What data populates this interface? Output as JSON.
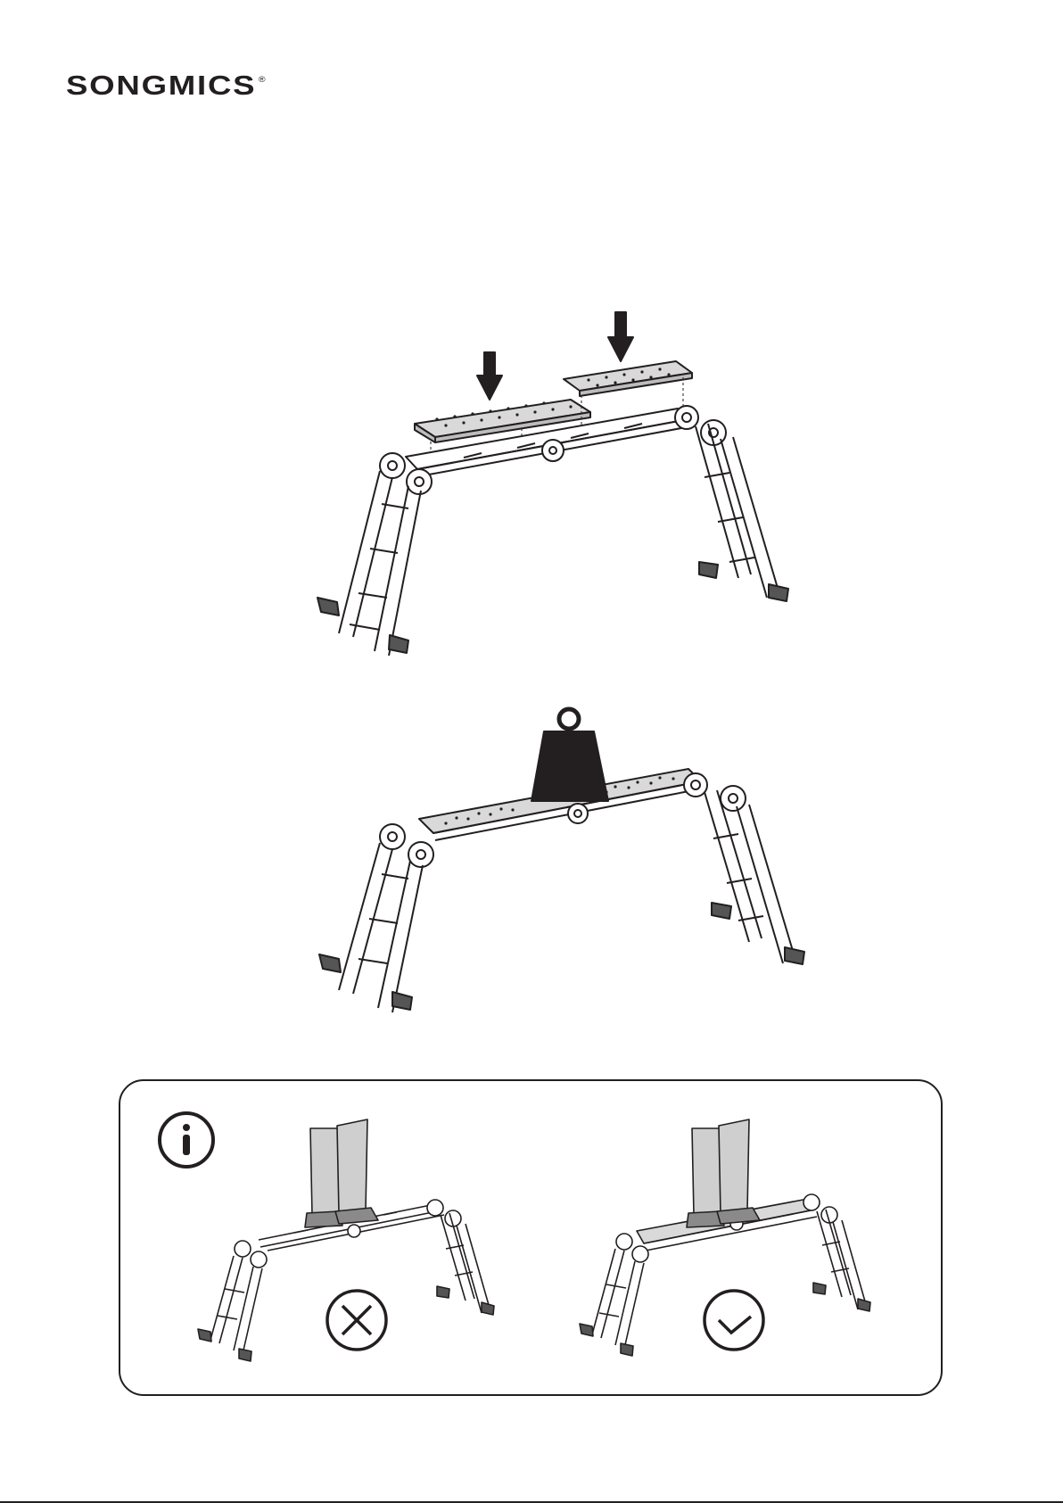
{
  "brand": {
    "name": "SONGMICS",
    "mark": "®"
  },
  "figures": [
    {
      "name": "ladder-platform-install",
      "icons": [
        "arrow-down-icon",
        "arrow-down-icon"
      ]
    },
    {
      "name": "ladder-with-weight",
      "icons": [
        "weight-icon"
      ]
    }
  ],
  "note": {
    "icon": "info-icon",
    "wrong": {
      "icon": "cross-circle-icon"
    },
    "right": {
      "icon": "check-circle-icon"
    }
  },
  "colors": {
    "ink": "#231f20",
    "platform_gray": "#d9d9d9",
    "trouser_gray": "#cfcfcf",
    "shoe_gray": "#8a8a8a"
  }
}
